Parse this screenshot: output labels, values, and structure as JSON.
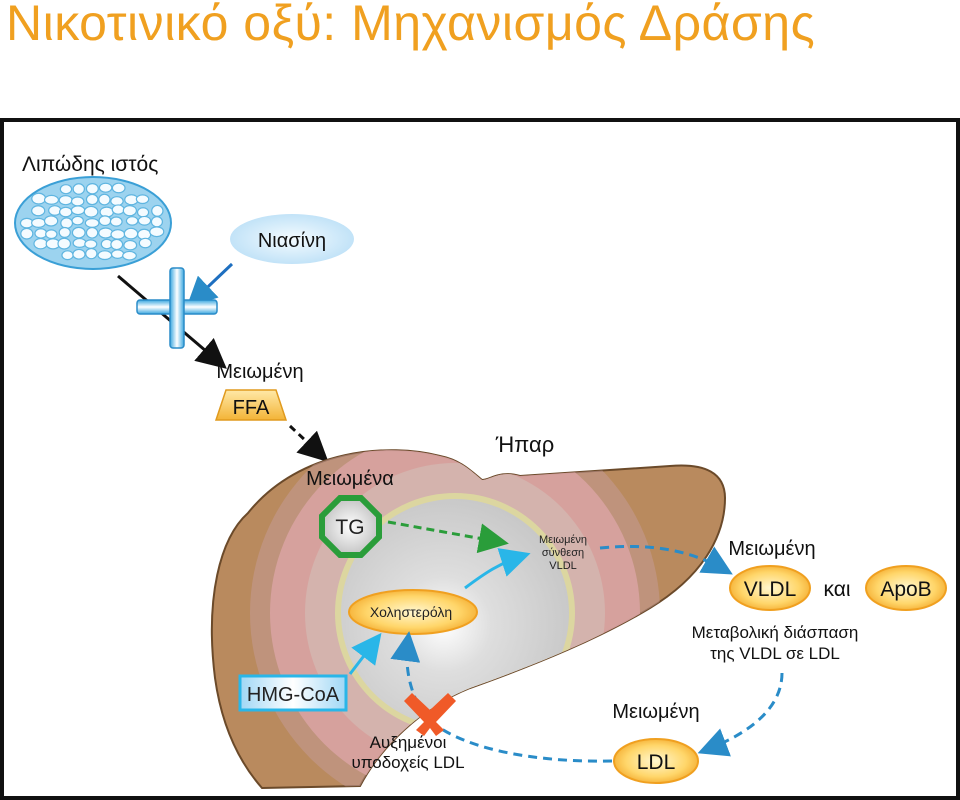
{
  "title": "Νικοτινικό οξύ: Μηχανισμός Δράσης",
  "labels": {
    "adipose": "Λιπώδης ιστός",
    "niacin": "Νιασίνη",
    "reduced_ffa_label": "Μειωμένη",
    "ffa": "FFA",
    "liver": "Ήπαρ",
    "reduced_tg_label": "Μειωμένα",
    "tg": "TG",
    "vldl_synthesis_line1": "Μειωμένη",
    "vldl_synthesis_line2": "σύνθεση",
    "vldl_synthesis_line3": "VLDL",
    "cholesterol": "Χοληστερόλη",
    "hmgcoa": "HMG-CoA",
    "reduced_vldl_label": "Μειωμένη",
    "vldl": "VLDL",
    "and": "και",
    "apob": "ApoB",
    "catabolism_line1": "Μεταβολική διάσπαση",
    "catabolism_line2": "της VLDL σε LDL",
    "reduced_ldl_label": "Μειωμένη",
    "ldl": "LDL",
    "receptors_line1": "Αυξημένοι",
    "receptors_line2": "υποδοχείς LDL"
  },
  "colors": {
    "title": "#f0a020",
    "liver": "#b98a5e",
    "liver_ring": "#d9a3a3",
    "liver_center": "#c9c9c9",
    "pill_fill": "#ffd66a",
    "pill_stroke": "#f0a020",
    "cyan_arrow": "#29b6e8",
    "green_arrow": "#2a9d3a",
    "dashed_blue": "#2a8cc8",
    "block_red": "#f05a28"
  }
}
